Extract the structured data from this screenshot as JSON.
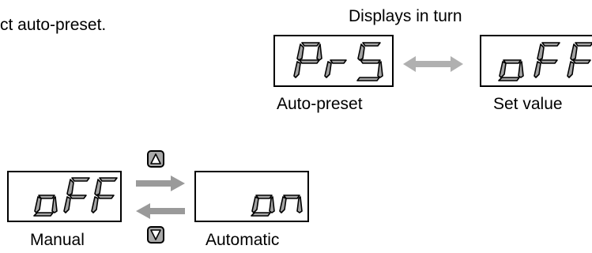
{
  "instruction": {
    "text": "ct auto-preset."
  },
  "top": {
    "caption": "Displays in turn",
    "left_label": "Auto-preset",
    "right_label": "Set value",
    "left_display": "PrS",
    "right_display": "oFF"
  },
  "bottom": {
    "left_label": "Manual",
    "right_label": "Automatic",
    "left_display": "oFF",
    "right_display": "on",
    "up_button": "up-triangle",
    "down_button": "down-triangle"
  },
  "colors": {
    "segment": "#a3a3a3",
    "arrow": "#9a9a9a",
    "button": "#a9a9a9"
  }
}
